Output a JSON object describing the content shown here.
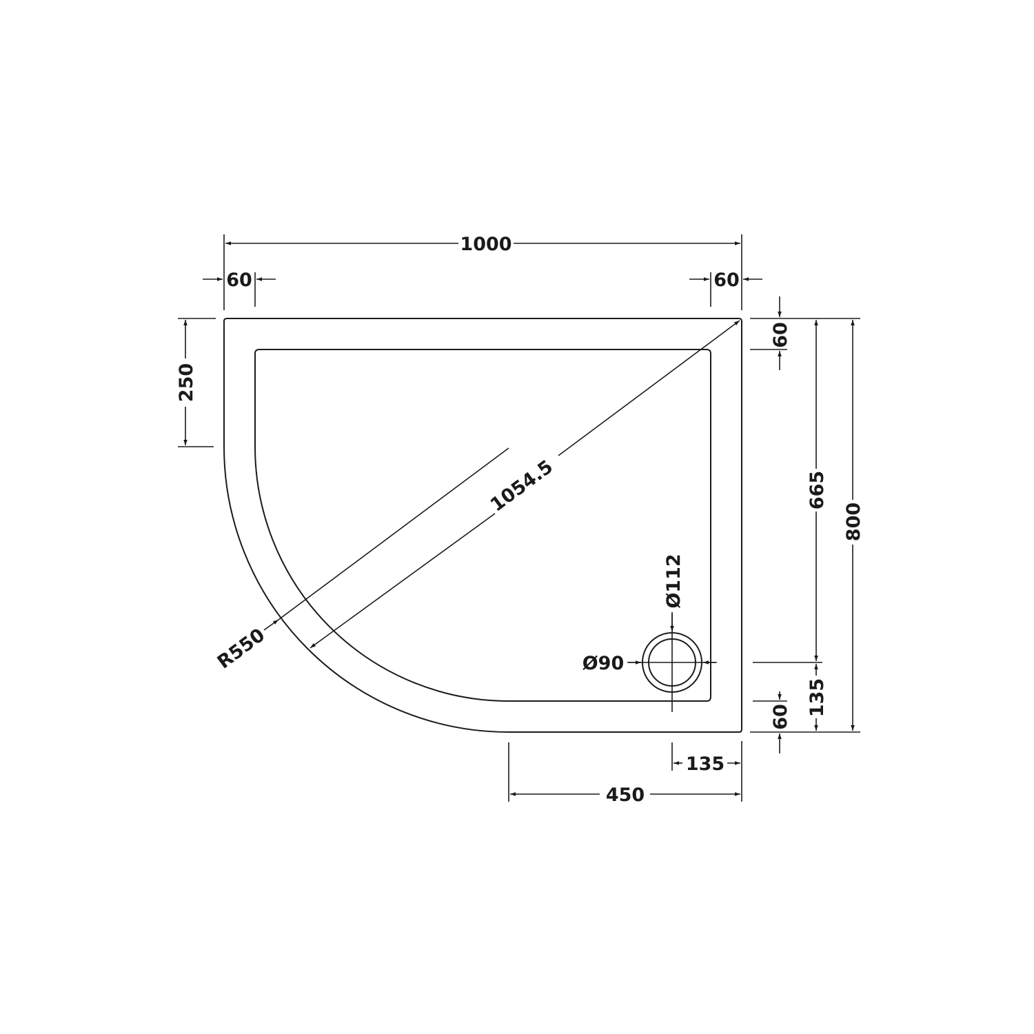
{
  "drawing": {
    "title": "Quadrant shower tray dimension drawing",
    "line_color": "#1a1a1a",
    "background": "#ffffff"
  },
  "dimensions": {
    "overall_width": "1000",
    "left_rim_width": "60",
    "right_rim_width": "60",
    "top_rim_height": "60",
    "left_straight_height": "250",
    "diagonal": "1054.5",
    "radius": "R550",
    "waste_outer_diameter": "Ø112",
    "waste_inner_diameter": "Ø90",
    "waste_to_top": "665",
    "overall_depth": "800",
    "waste_to_bottom": "135",
    "bottom_rim_height": "60",
    "waste_to_right": "135",
    "bottom_straight_width": "450"
  }
}
